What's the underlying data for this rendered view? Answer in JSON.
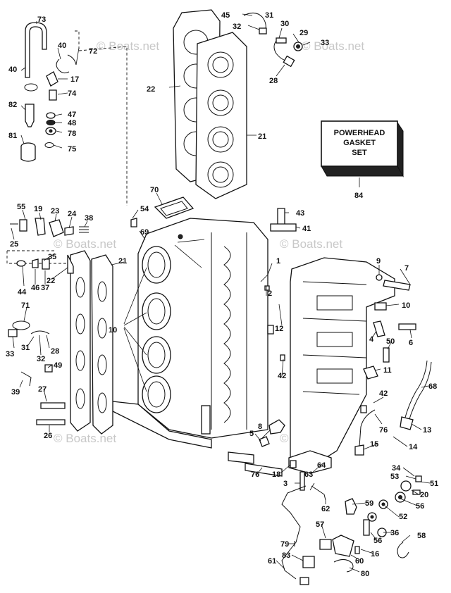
{
  "watermark": "© Boats.net",
  "gasket_set": {
    "title_lines": [
      "POWERHEAD",
      "GASKET",
      "SET"
    ],
    "part_number": "84"
  },
  "callouts": {
    "c1": "1",
    "c2": "2",
    "c3": "3",
    "c4": "4",
    "c5": "5",
    "c6": "6",
    "c7": "7",
    "c8": "8",
    "c9": "9",
    "c10a": "10",
    "c10b": "10",
    "c11": "11",
    "c12": "12",
    "c13": "13",
    "c14": "14",
    "c15": "15",
    "c16": "16",
    "c17": "17",
    "c18": "18",
    "c19": "19",
    "c20": "20",
    "c21a": "21",
    "c21b": "21",
    "c22a": "22",
    "c22b": "22",
    "c23": "23",
    "c24": "24",
    "c25": "25",
    "c26": "26",
    "c27": "27",
    "c28a": "28",
    "c28b": "28",
    "c29": "29",
    "c30": "30",
    "c31a": "31",
    "c31b": "31",
    "c32a": "32",
    "c32b": "32",
    "c33a": "33",
    "c33b": "33",
    "c34": "34",
    "c35": "35",
    "c36": "36",
    "c37": "37",
    "c38": "38",
    "c39": "39",
    "c40a": "40",
    "c40b": "40",
    "c41": "41",
    "c42a": "42",
    "c42b": "42",
    "c43": "43",
    "c44": "44",
    "c45": "45",
    "c46": "46",
    "c47": "47",
    "c48": "48",
    "c49": "49",
    "c50": "50",
    "c51": "51",
    "c52": "52",
    "c53": "53",
    "c54": "54",
    "c55": "55",
    "c56a": "56",
    "c56b": "56",
    "c57": "57",
    "c58": "58",
    "c59": "59",
    "c60": "60",
    "c61": "61",
    "c62": "62",
    "c63": "63",
    "c64": "64",
    "c68": "68",
    "c69": "69",
    "c70": "70",
    "c71": "71",
    "c72": "72",
    "c73": "73",
    "c74": "74",
    "c75": "75",
    "c76a": "76",
    "c76b": "76",
    "c78": "78",
    "c79": "79",
    "c80": "80",
    "c81": "81",
    "c82": "82",
    "c83": "83"
  }
}
